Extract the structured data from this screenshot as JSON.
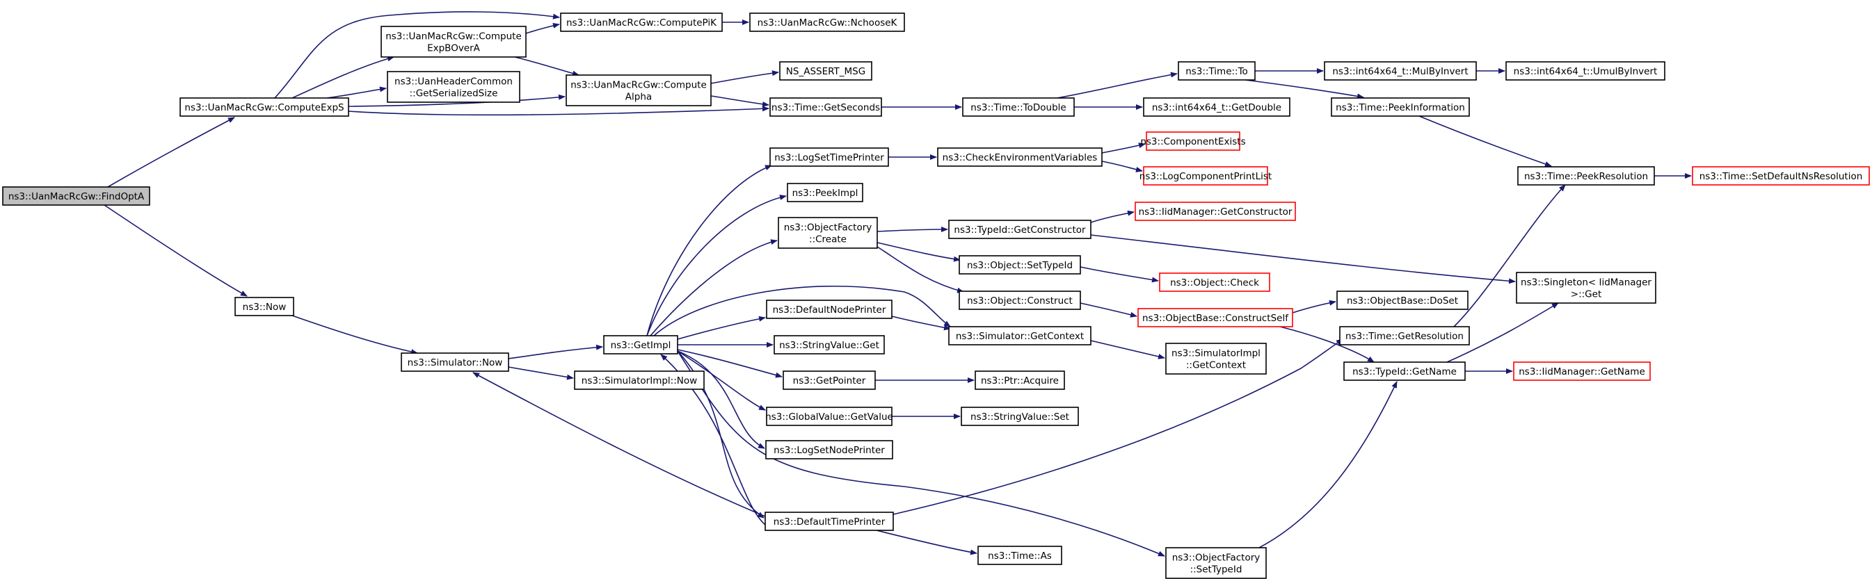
{
  "graph": {
    "edge_color": "#191970",
    "highlight_color": "#ff0000",
    "root_fill": "#bfbfbf",
    "nodes": [
      {
        "id": "findopta",
        "lines": [
          "ns3::UanMacRcGw::FindOptA"
        ],
        "root": true
      },
      {
        "id": "computeexps",
        "lines": [
          "ns3::UanMacRcGw::ComputeExpS"
        ]
      },
      {
        "id": "computeexpbovera",
        "lines": [
          "ns3::UanMacRcGw::Compute",
          "ExpBOverA"
        ]
      },
      {
        "id": "computepik",
        "lines": [
          "ns3::UanMacRcGw::ComputePiK"
        ]
      },
      {
        "id": "nchoosek",
        "lines": [
          "ns3::UanMacRcGw::NchooseK"
        ]
      },
      {
        "id": "getserializedsize",
        "lines": [
          "ns3::UanHeaderCommon",
          "::GetSerializedSize"
        ]
      },
      {
        "id": "computealpha",
        "lines": [
          "ns3::UanMacRcGw::Compute",
          "Alpha"
        ]
      },
      {
        "id": "nsassert",
        "lines": [
          "NS_ASSERT_MSG"
        ]
      },
      {
        "id": "getseconds",
        "lines": [
          "ns3::Time::GetSeconds"
        ]
      },
      {
        "id": "todouble",
        "lines": [
          "ns3::Time::ToDouble"
        ]
      },
      {
        "id": "timeto",
        "lines": [
          "ns3::Time::To"
        ]
      },
      {
        "id": "int64getdouble",
        "lines": [
          "ns3::int64x64_t::GetDouble"
        ]
      },
      {
        "id": "mulbyinvert",
        "lines": [
          "ns3::int64x64_t::MulByInvert"
        ]
      },
      {
        "id": "umulbyinvert",
        "lines": [
          "ns3::int64x64_t::UmulByInvert"
        ]
      },
      {
        "id": "peekinformation",
        "lines": [
          "ns3::Time::PeekInformation"
        ]
      },
      {
        "id": "peekresolution",
        "lines": [
          "ns3::Time::PeekResolution"
        ]
      },
      {
        "id": "setdefaultnsresolution",
        "lines": [
          "ns3::Time::SetDefaultNsResolution"
        ],
        "red": true
      },
      {
        "id": "logsettimeprinter",
        "lines": [
          "ns3::LogSetTimePrinter"
        ]
      },
      {
        "id": "checkenv",
        "lines": [
          "ns3::CheckEnvironmentVariables"
        ]
      },
      {
        "id": "componentexists",
        "lines": [
          "ns3::ComponentExists"
        ],
        "red": true
      },
      {
        "id": "logcomponentprintlist",
        "lines": [
          "ns3::LogComponentPrintList"
        ],
        "red": true
      },
      {
        "id": "peekimpl",
        "lines": [
          "ns3::PeekImpl"
        ]
      },
      {
        "id": "objfactorycreate",
        "lines": [
          "ns3::ObjectFactory",
          "::Create"
        ]
      },
      {
        "id": "typeidgetconstructor",
        "lines": [
          "ns3::TypeId::GetConstructor"
        ]
      },
      {
        "id": "iidmanagergetconstructor",
        "lines": [
          "ns3::IidManager::GetConstructor"
        ],
        "red": true
      },
      {
        "id": "objectsettypeid",
        "lines": [
          "ns3::Object::SetTypeId"
        ]
      },
      {
        "id": "objectcheck",
        "lines": [
          "ns3::Object::Check"
        ],
        "red": true
      },
      {
        "id": "singletonget",
        "lines": [
          "ns3::Singleton< IidManager",
          " >::Get"
        ]
      },
      {
        "id": "objectconstruct",
        "lines": [
          "ns3::Object::Construct"
        ]
      },
      {
        "id": "constructself",
        "lines": [
          "ns3::ObjectBase::ConstructSelf"
        ],
        "red": true
      },
      {
        "id": "objectbasedoset",
        "lines": [
          "ns3::ObjectBase::DoSet"
        ]
      },
      {
        "id": "defaultnodeprinter",
        "lines": [
          "ns3::DefaultNodePrinter"
        ]
      },
      {
        "id": "simgetcontext",
        "lines": [
          "ns3::Simulator::GetContext"
        ]
      },
      {
        "id": "simimplgetcontext",
        "lines": [
          "ns3::SimulatorImpl",
          "::GetContext"
        ]
      },
      {
        "id": "gettime_resolution",
        "lines": [
          "ns3::Time::GetResolution"
        ]
      },
      {
        "id": "typeidgetname",
        "lines": [
          "ns3::TypeId::GetName"
        ]
      },
      {
        "id": "iidmanagergetname",
        "lines": [
          "ns3::IidManager::GetName"
        ],
        "red": true
      },
      {
        "id": "now",
        "lines": [
          "ns3::Now"
        ]
      },
      {
        "id": "simnow",
        "lines": [
          "ns3::Simulator::Now"
        ]
      },
      {
        "id": "getimpl",
        "lines": [
          "ns3::GetImpl"
        ]
      },
      {
        "id": "simimplnow",
        "lines": [
          "ns3::SimulatorImpl::Now"
        ]
      },
      {
        "id": "stringvalueget",
        "lines": [
          "ns3::StringValue::Get"
        ]
      },
      {
        "id": "getpointer",
        "lines": [
          "ns3::GetPointer"
        ]
      },
      {
        "id": "ptracquire",
        "lines": [
          "ns3::Ptr::Acquire"
        ]
      },
      {
        "id": "globalvaluegetvalue",
        "lines": [
          "ns3::GlobalValue::GetValue"
        ]
      },
      {
        "id": "stringvalueset",
        "lines": [
          "ns3::StringValue::Set"
        ]
      },
      {
        "id": "logsetnodeprinter",
        "lines": [
          "ns3::LogSetNodePrinter"
        ]
      },
      {
        "id": "defaulttimeprinter",
        "lines": [
          "ns3::DefaultTimePrinter"
        ]
      },
      {
        "id": "timeas",
        "lines": [
          "ns3::Time::As"
        ]
      },
      {
        "id": "objfactorysettypeid",
        "lines": [
          "ns3::ObjectFactory",
          "::SetTypeId"
        ]
      }
    ]
  }
}
